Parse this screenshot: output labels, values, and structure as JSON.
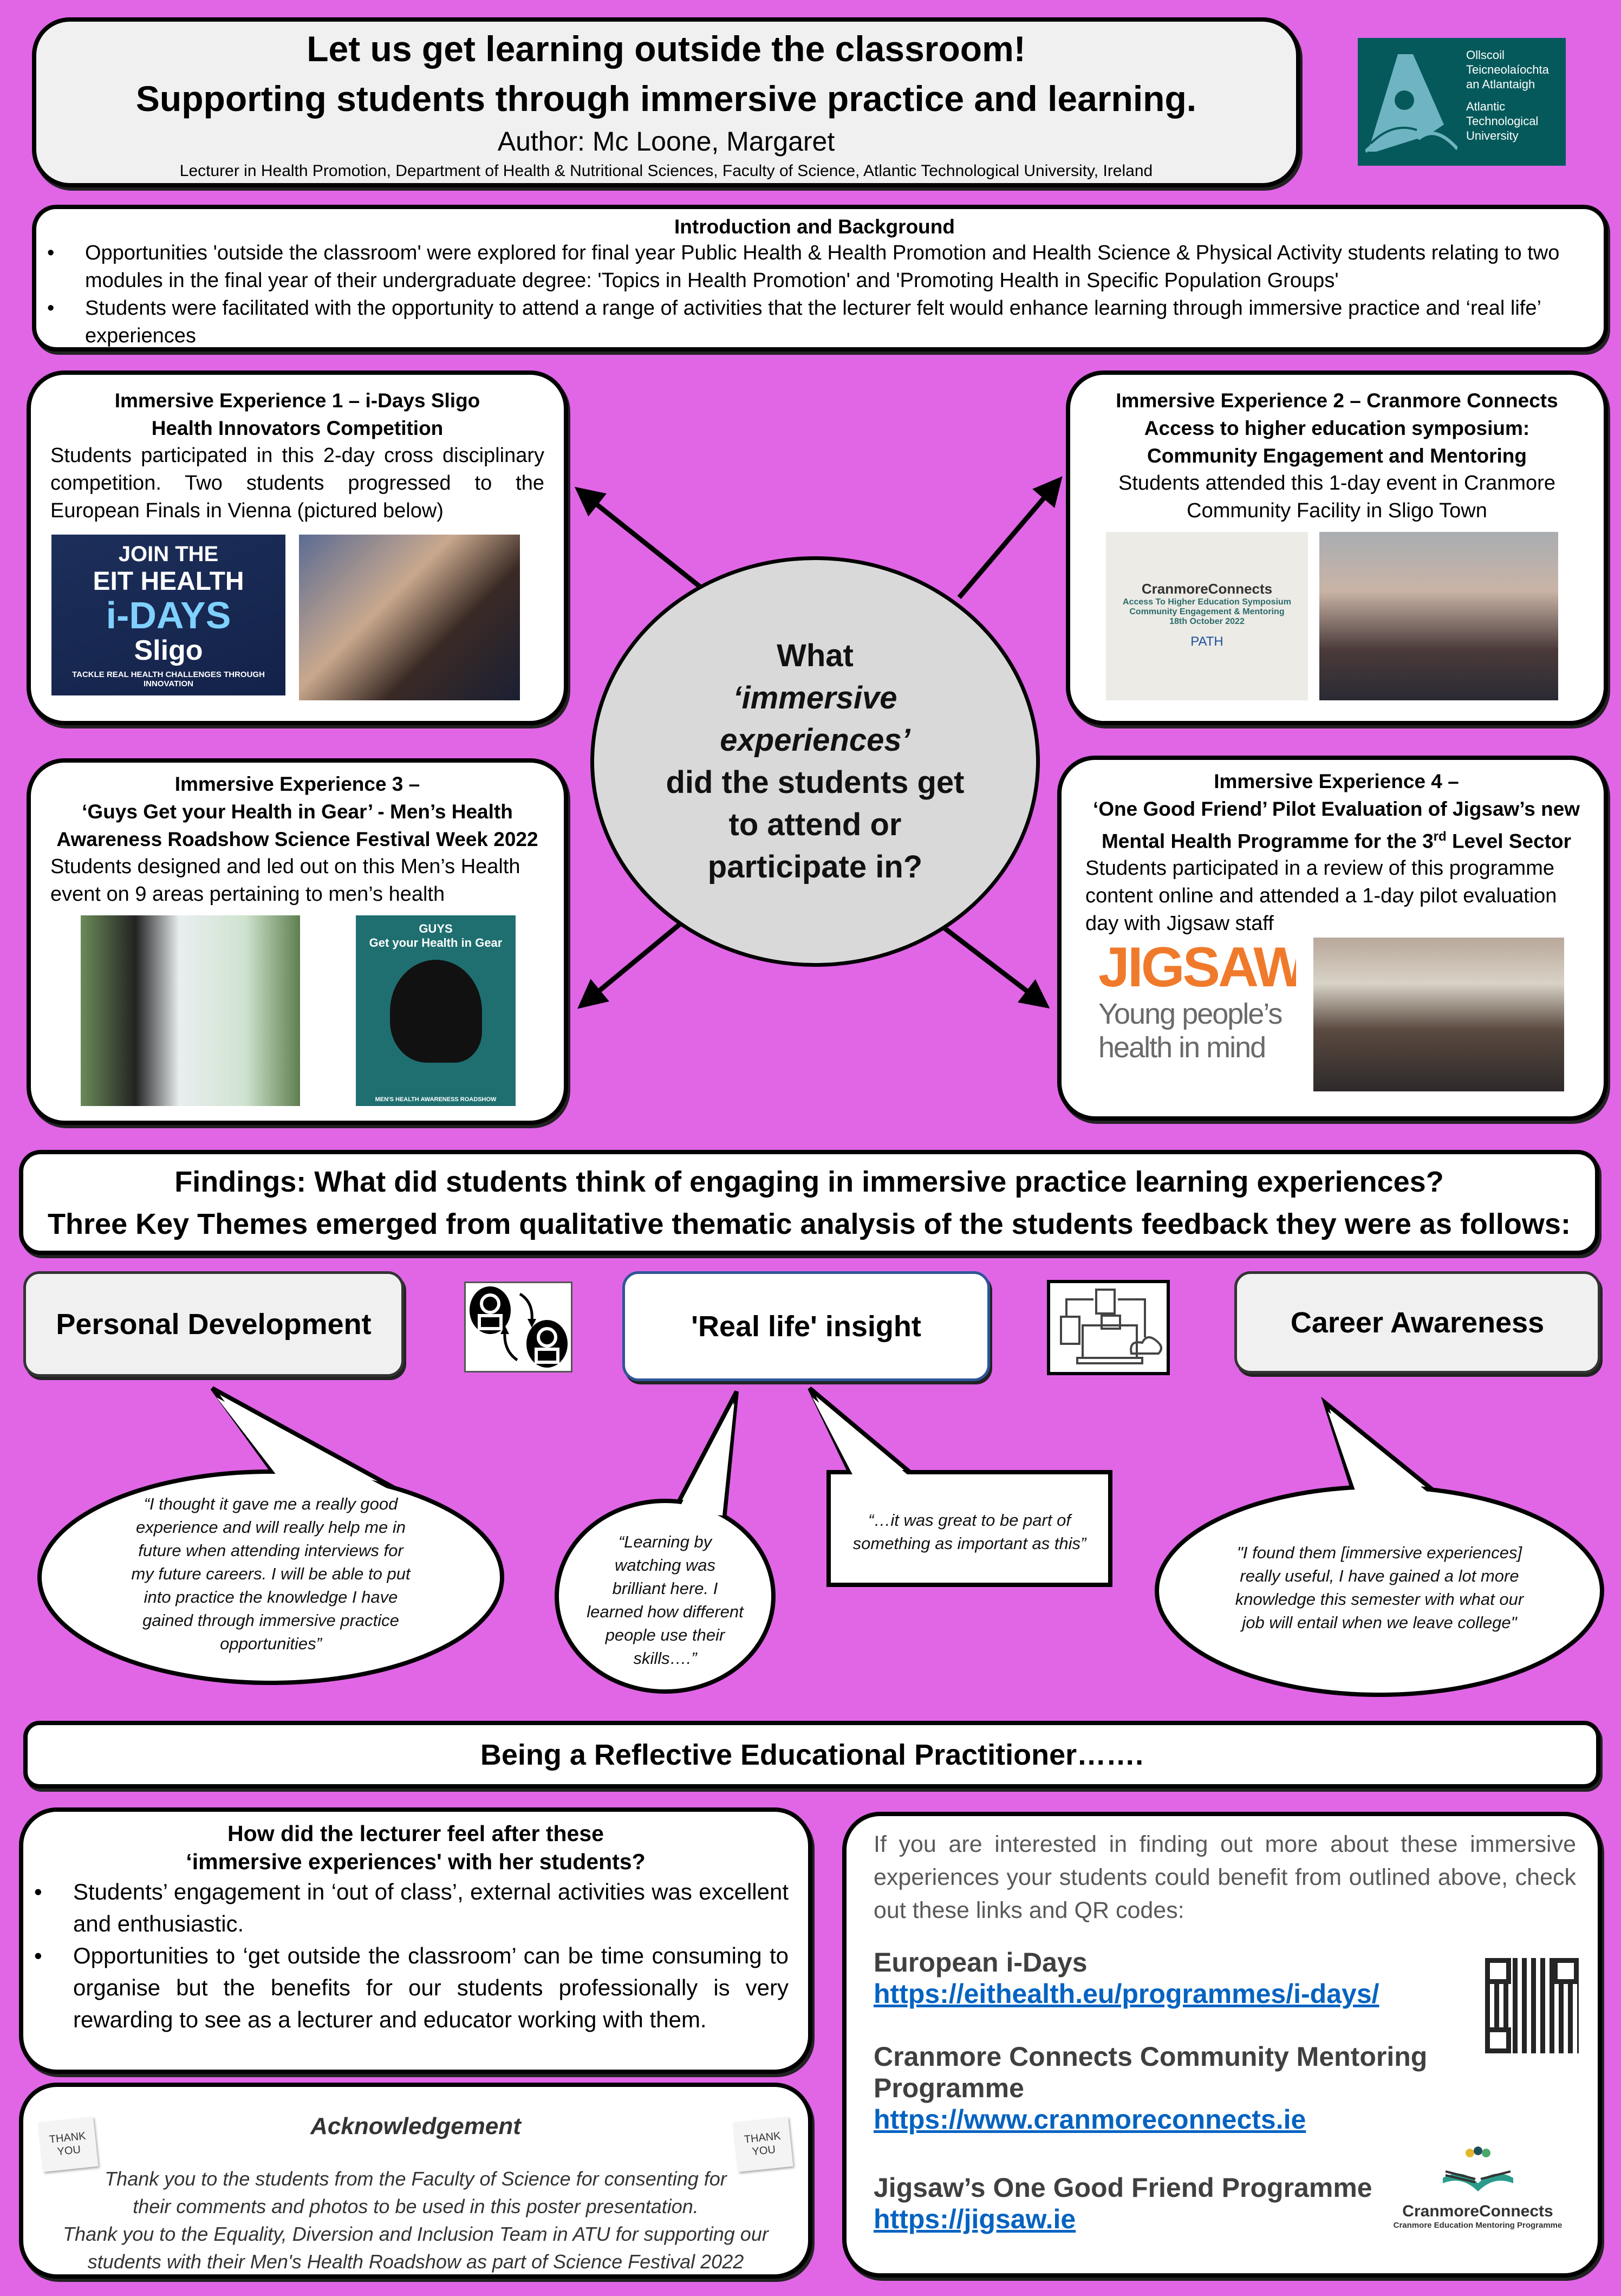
{
  "header": {
    "title_line1": "Let us get learning outside the classroom!",
    "title_line2": "Supporting students through immersive practice and learning.",
    "author": "Author: Mc Loone, Margaret",
    "affiliation": "Lecturer in Health Promotion, Department of Health & Nutritional Sciences, Faculty of Science, Atlantic Technological University, Ireland",
    "logo": {
      "lines": [
        "Ollscoil",
        "Teicneolaíochta",
        "an Atlantaigh",
        "Atlantic",
        "Technological",
        "University"
      ],
      "color": "#05595B"
    }
  },
  "intro": {
    "title": "Introduction and Background",
    "bullets": [
      "Opportunities 'outside the classroom' were explored for final year Public Health & Health Promotion and Health Science & Physical Activity students relating to two modules in the final year of their undergraduate degree: 'Topics in Health Promotion' and 'Promoting Health in Specific Population Groups'",
      "Students were facilitated with the opportunity to attend a range of activities that the lecturer felt would enhance learning through immersive practice and ‘real life’ experiences"
    ]
  },
  "center": {
    "lines": [
      "What",
      "‘immersive",
      "experiences’",
      "did the students get",
      "to attend or",
      "participate in?"
    ]
  },
  "experiences": [
    {
      "title1": "Immersive Experience 1 – i-Days Sligo",
      "title2": "Health Innovators Competition",
      "body": "Students participated in this 2-day cross disciplinary competition. Two students progressed to the European Finals in Vienna (pictured below)",
      "image_text": {
        "join": "JOIN THE",
        "eit": "EIT HEALTH",
        "idays": "i-DAYS",
        "sligo": "Sligo",
        "tagline": "TACKLE REAL HEALTH CHALLENGES THROUGH INNOVATION"
      }
    },
    {
      "title1": "Immersive Experience 2 – Cranmore Connects",
      "title2": "Access to higher education symposium:",
      "title3": "Community Engagement and Mentoring",
      "body": "Students attended this 1-day event in Cranmore Community Facility in Sligo Town",
      "image_text": {
        "brand": "CranmoreConnects",
        "event": "Access To Higher Education Symposium",
        "sub": "Community Engagement & Mentoring",
        "date": "18th October 2022",
        "path": "PATH"
      }
    },
    {
      "title1": "Immersive Experience 3 –",
      "title2": "‘Guys Get your Health in Gear’ - Men’s Health",
      "title3": "Awareness Roadshow Science Festival Week 2022",
      "body": "Students designed and led out on this Men’s Health event on 9 areas pertaining to men’s health",
      "image_text": {
        "guys": "GUYS",
        "gear": "Get your Health in Gear",
        "footer": "MEN'S HEALTH AWARENESS ROADSHOW"
      }
    },
    {
      "title1": "Immersive Experience 4 –",
      "title2": "‘One Good Friend’ Pilot Evaluation of Jigsaw’s new",
      "title3a": "Mental Health Programme for the 3",
      "title3sup": "rd",
      "title3b": " Level Sector",
      "body": "Students participated in a review of this programme content online and attended a 1-day pilot evaluation day with Jigsaw staff",
      "image_text": {
        "jigsaw": "JIGSAW",
        "tag1": "Young people’s",
        "tag2": "health in mind"
      }
    }
  ],
  "findings": {
    "line1": "Findings: What did students think of engaging in immersive practice learning experiences?",
    "line2": "Three Key Themes emerged from qualitative thematic analysis of the students feedback they were as follows:"
  },
  "themes": [
    "Personal Development",
    "'Real life' insight",
    "Career Awareness"
  ],
  "quotes": [
    [
      "“I thought it gave me a really good",
      "experience and will really help me in",
      "future when attending interviews for",
      "my future careers. I will be able to put",
      "into practice the knowledge I have",
      "gained through immersive practice",
      "opportunities”"
    ],
    [
      "“Learning by",
      "watching was",
      "brilliant here. I",
      "learned how different",
      "people use their",
      "skills….”"
    ],
    [
      "“…it was great to be part of",
      "something as important as this”"
    ],
    [
      "\"I found them [immersive experiences]",
      "really useful, I have gained a lot more",
      "knowledge this semester with what our",
      "job will entail when we leave college\""
    ]
  ],
  "reflective": {
    "title": "Being a Reflective Educational Practitioner……."
  },
  "lecturer": {
    "title1": "How did the lecturer feel after  these",
    "title2": "‘immersive experiences' with her students?",
    "bullets": [
      "Students’ engagement in ‘out of class’, external activities was excellent and enthusiastic.",
      "Opportunities to ‘get outside the classroom’ can be time consuming to organise but the benefits for our students professionally is very rewarding to see as a lecturer and educator working with them."
    ]
  },
  "acknowledgement": {
    "title": "Acknowledgement",
    "note": "THANK YOU",
    "lines": [
      "Thank you to the students from the Faculty of Science for consenting for",
      "their comments and photos to be used in this poster presentation.",
      "Thank you to the Equality, Diversion and Inclusion Team in ATU for supporting our",
      "students with their Men's Health Roadshow  as part of Science Festival 2022"
    ]
  },
  "links": {
    "intro": "If you are interested in finding out more about these immersive experiences your students could benefit from outlined above, check out these links and QR codes:",
    "items": [
      {
        "title": "European i-Days",
        "url": " https://eithealth.eu/programmes/i-days/"
      },
      {
        "title": "Cranmore Connects Community Mentoring Programme",
        "url": "https://www.cranmoreconnects.ie"
      },
      {
        "title": "Jigsaw’s One Good Friend Programme",
        "url": "https://jigsaw.ie"
      }
    ],
    "cranmore_logo": {
      "name": "CranmoreConnects",
      "tagline": "Cranmore Education Mentoring Programme"
    }
  },
  "colors": {
    "background": "#E066E6",
    "link": "#0563C1",
    "logo": "#05595B",
    "center": "#D9D9D9",
    "real_life_border": "#2F5597"
  }
}
